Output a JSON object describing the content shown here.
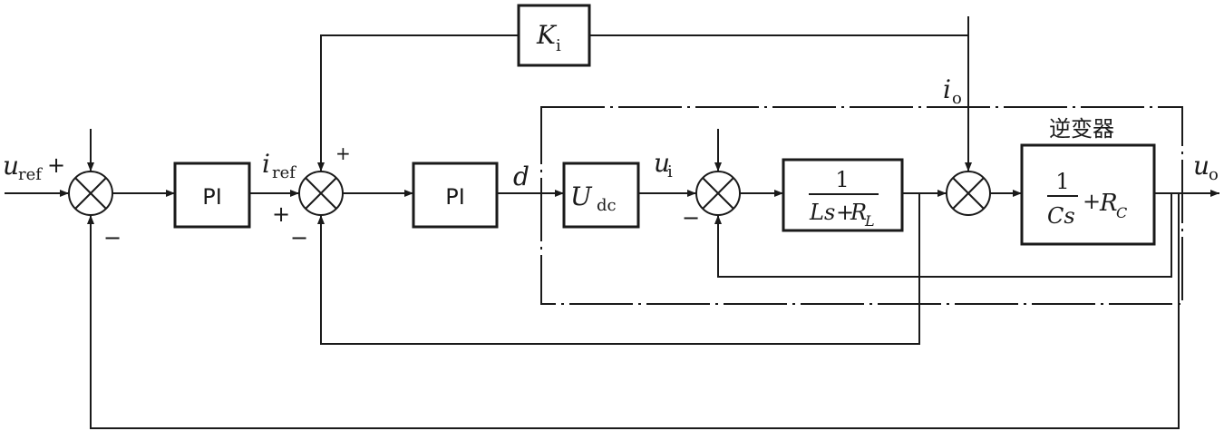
{
  "blocks": {
    "ki": {
      "label": "K",
      "sub": "i"
    },
    "pi_outer": {
      "label": "PI"
    },
    "pi_inner": {
      "label": "PI"
    },
    "udc": {
      "label": "U",
      "sub": "dc"
    },
    "plant_l": {
      "num": "1",
      "den_a": "Ls",
      "den_op": "+",
      "den_b": "R",
      "den_sub": "L"
    },
    "plant_c": {
      "num": "1",
      "den": "Cs",
      "op": "+",
      "r": "R",
      "r_sub": "C"
    }
  },
  "inverter_label": "逆变器",
  "signals": {
    "uref": {
      "label": "u",
      "sub": "ref"
    },
    "iref": {
      "label": "i",
      "sub": "ref"
    },
    "d": {
      "label": "d"
    },
    "ui": {
      "label": "u",
      "sub": "i"
    },
    "io": {
      "label": "i",
      "sub": "o"
    },
    "uo": {
      "label": "u",
      "sub": "o"
    }
  },
  "signs": {
    "s1_top_plus": "+",
    "s1_bottom_minus": "−",
    "s2_left_plus": "+",
    "s2_top_plus": "+",
    "s2_bottom_minus": "−",
    "s3_bottom_minus": "−"
  }
}
